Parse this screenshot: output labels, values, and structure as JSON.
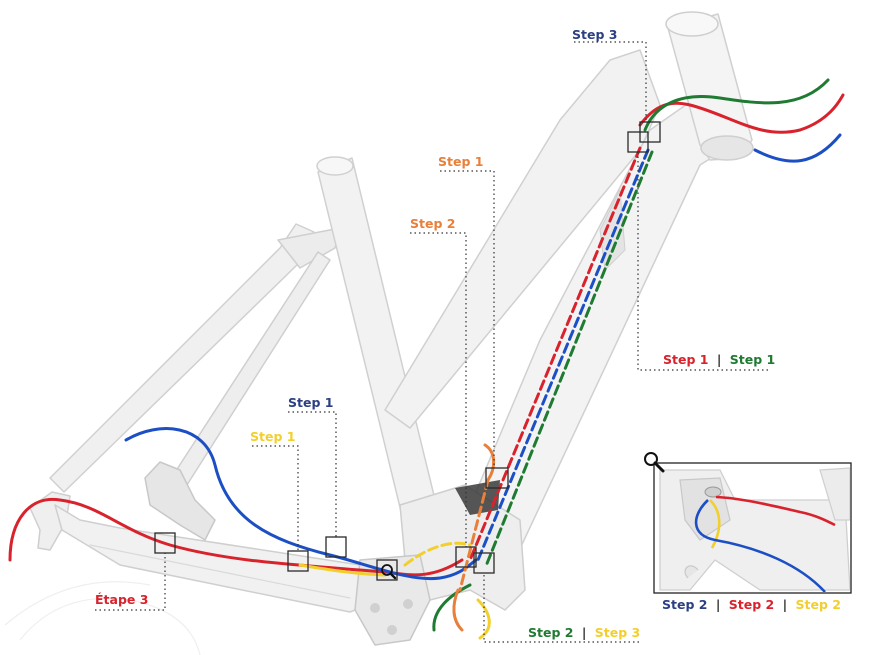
{
  "colors": {
    "red": "#d8232d",
    "green": "#1f7a32",
    "blue": "#1d4fc4",
    "yellow": "#f2cf2c",
    "orange": "#e87f3a",
    "navy": "#2b3f82",
    "frame": "#f1f1f1",
    "frame_edge": "#d2d2d2",
    "frame_shadow": "#c9c9c9"
  },
  "labels": {
    "step3_top": "Step 3",
    "step1_orange": "Step 1",
    "step2_orange": "Step 2",
    "step1_red": "Step 1",
    "step1_green": "Step 1",
    "step1_blue": "Step 1",
    "step1_yellow": "Step 1",
    "etape3": "Étape 3",
    "step2_green": "Step 2",
    "step3_yellow": "Step 3",
    "step2_blue": "Step 2",
    "step2_red": "Step 2",
    "step2_yellow": "Step 2",
    "separator": "|"
  },
  "icons": {
    "magnifier_main": "magnifier-icon",
    "magnifier_inset": "magnifier-icon"
  }
}
